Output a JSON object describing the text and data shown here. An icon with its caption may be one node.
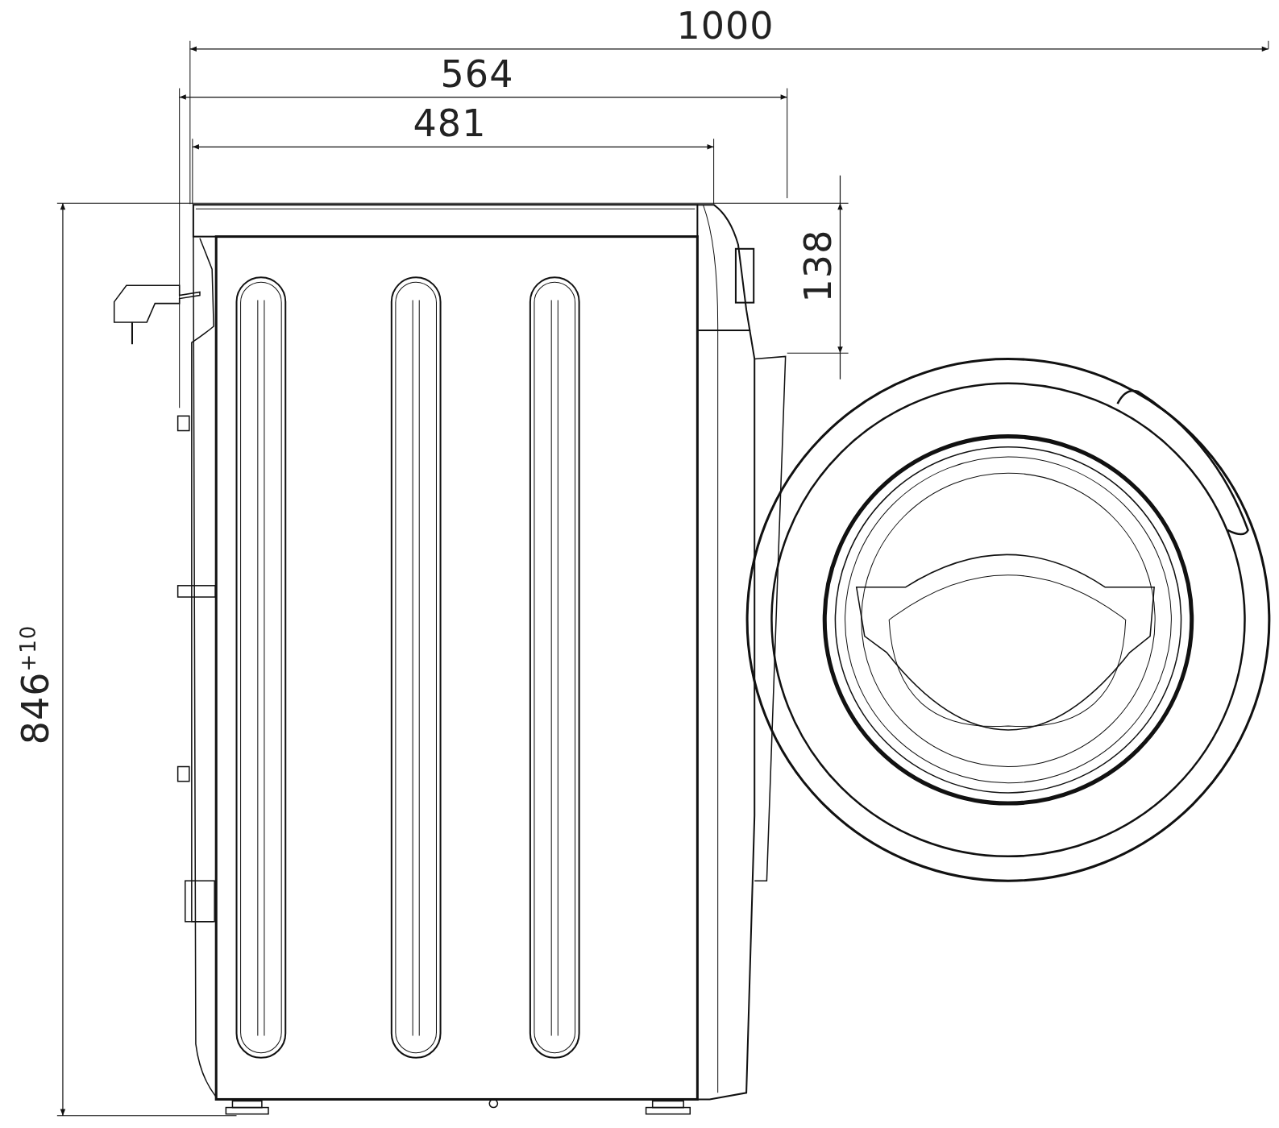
{
  "diagram": {
    "labels": [
      "1000",
      "564",
      "481",
      "138",
      "846$^{+10}$"
    ]
  }
}
